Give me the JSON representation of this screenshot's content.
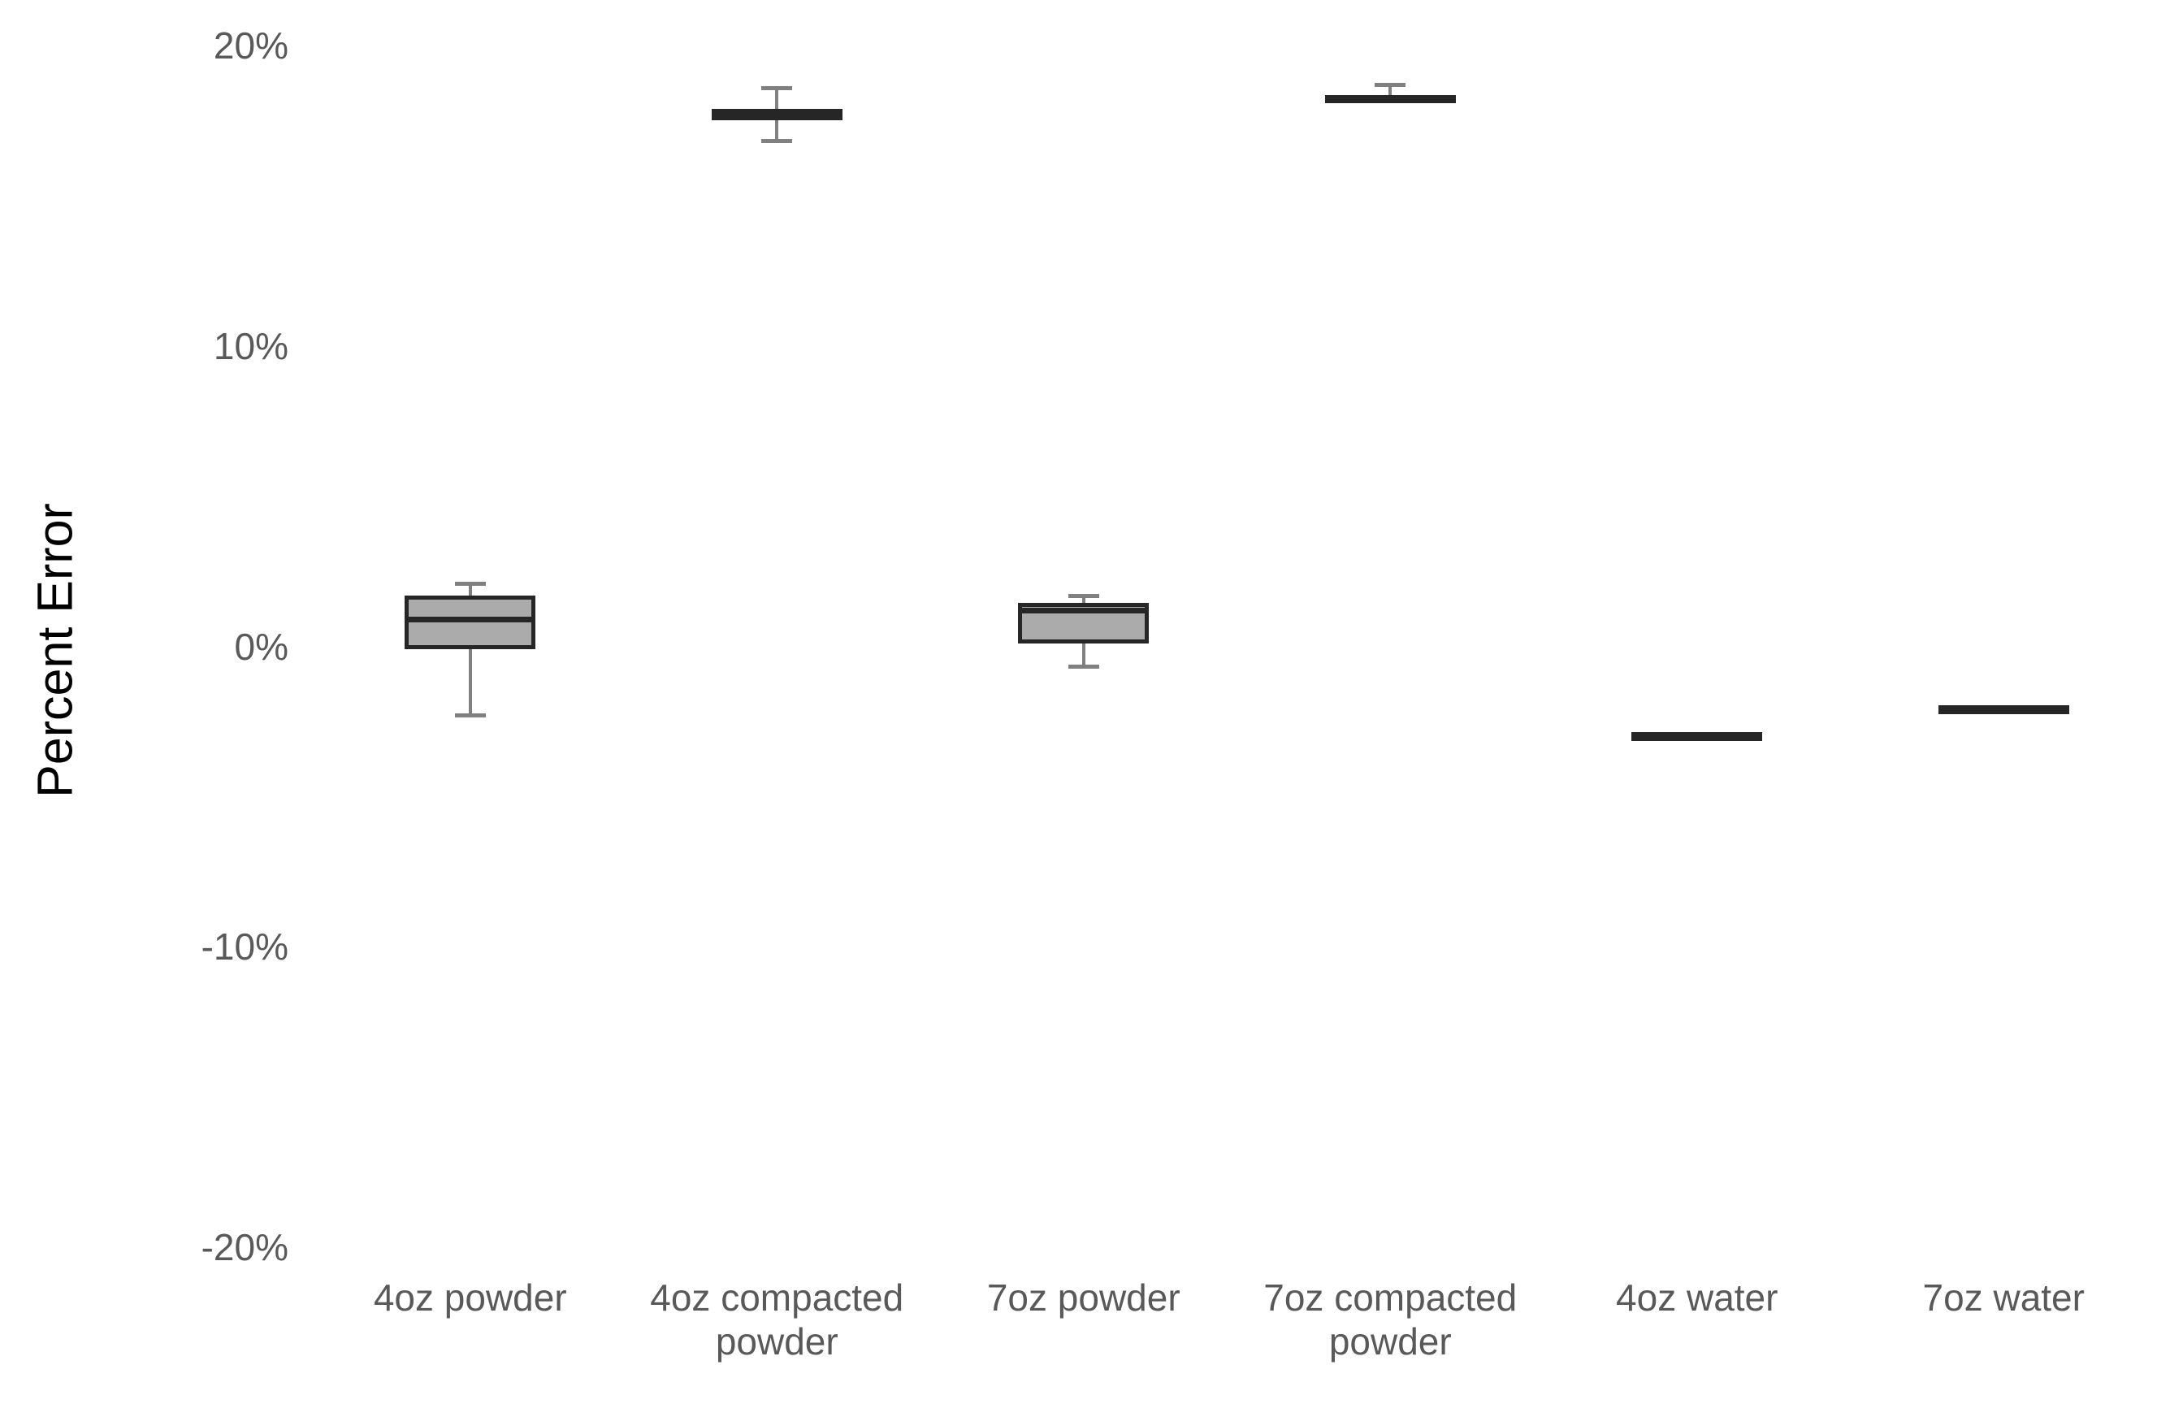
{
  "chart_data": {
    "type": "box",
    "title": "",
    "xlabel": "",
    "ylabel": "Percent Error",
    "ylim": [
      -20,
      20
    ],
    "y_ticks": [
      "20%",
      "10%",
      "0%",
      "-10%",
      "-20%"
    ],
    "y_tick_values": [
      20,
      10,
      0,
      -10,
      -20
    ],
    "grid": false,
    "legend": "none",
    "categories": [
      "4oz powder",
      "4oz compacted powder",
      "7oz powder",
      "7oz compacted powder",
      "4oz water",
      "7oz water"
    ],
    "category_lines": [
      [
        "4oz powder"
      ],
      [
        "4oz compacted",
        "powder"
      ],
      [
        "7oz powder"
      ],
      [
        "7oz compacted",
        "powder"
      ],
      [
        "4oz water"
      ],
      [
        "7oz water"
      ]
    ],
    "boxes": [
      {
        "category": "4oz powder",
        "whisker_low": -2.3,
        "q1": -0.1,
        "median": 0.9,
        "q3": 1.7,
        "whisker_high": 2.1,
        "fill": "#ABABAB",
        "stroke": "#262626"
      },
      {
        "category": "4oz compacted powder",
        "whisker_low": 16.8,
        "q1": 17.5,
        "median": 17.7,
        "q3": 17.9,
        "whisker_high": 18.6,
        "fill": "#ABABAB",
        "stroke": "#262626"
      },
      {
        "category": "7oz powder",
        "whisker_low": -0.7,
        "q1": 0.1,
        "median": 1.2,
        "q3": 1.45,
        "whisker_high": 1.7,
        "fill": "#ABABAB",
        "stroke": "#262626"
      },
      {
        "category": "7oz compacted powder",
        "whisker_low": 18.1,
        "q1": 18.1,
        "median": 18.2,
        "q3": 18.35,
        "whisker_high": 18.7,
        "fill": "#ABABAB",
        "stroke": "#262626"
      },
      {
        "category": "4oz water",
        "whisker_low": -3.15,
        "q1": -3.15,
        "median": -3.05,
        "q3": -2.85,
        "whisker_high": -2.85,
        "fill": "#ABABAB",
        "stroke": "#262626"
      },
      {
        "category": "7oz water",
        "whisker_low": -2.25,
        "q1": -2.25,
        "median": -2.1,
        "q3": -1.95,
        "whisker_high": -1.95,
        "fill": "#ABABAB",
        "stroke": "#262626"
      }
    ]
  },
  "axis": {
    "y_title": "Percent Error"
  },
  "colors": {
    "box_fill": "#ABABAB",
    "box_stroke": "#262626",
    "whisker": "#808080",
    "tick_text": "#595959",
    "title_text": "#000000",
    "background": "#ffffff"
  }
}
